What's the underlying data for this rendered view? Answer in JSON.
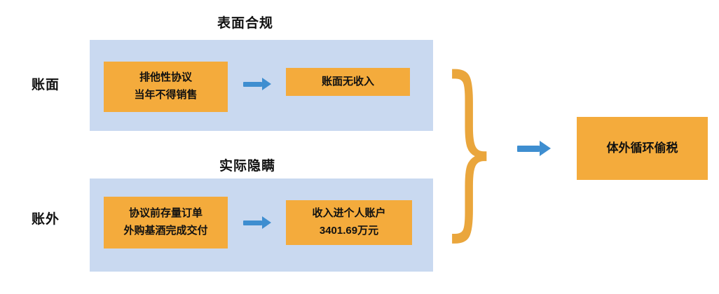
{
  "colors": {
    "panel_bg": "#c9d9f0",
    "box_bg": "#f4ab3c",
    "arrow_blue": "#3e8ed0",
    "brace_orange": "#eaa63c",
    "text": "#111111"
  },
  "sections": [
    {
      "title": "表面合规",
      "row_label": "账面",
      "left_box_lines": [
        "排他性协议",
        "当年不得销售"
      ],
      "right_box_lines": [
        "账面无收入"
      ]
    },
    {
      "title": "实际隐瞒",
      "row_label": "账外",
      "left_box_lines": [
        "协议前存量订单",
        "外购基酒完成交付"
      ],
      "right_box_lines": [
        "收入进个人账户",
        "3401.69万元"
      ]
    }
  ],
  "result_box_label": "体外循环偷税"
}
